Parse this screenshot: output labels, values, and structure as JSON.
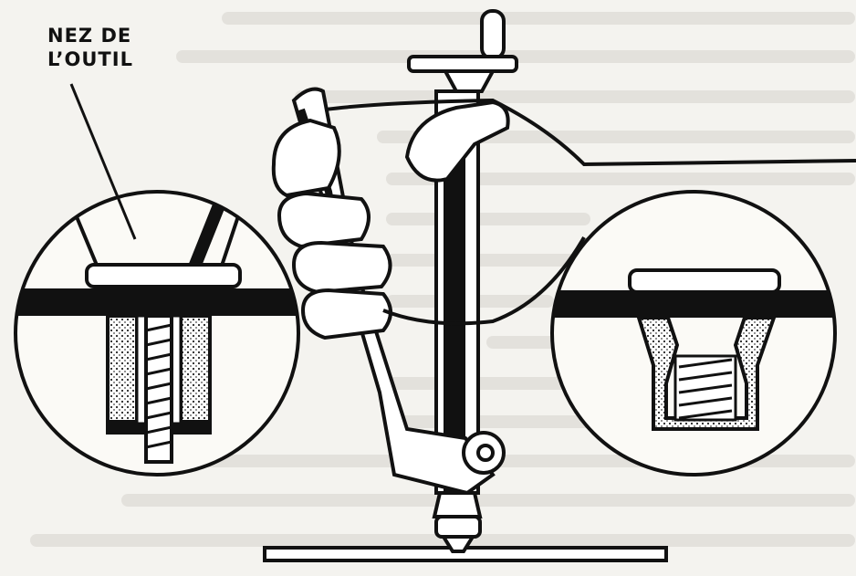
{
  "figure": {
    "label_lines": [
      "NEZ DE",
      "L’OUTIL"
    ],
    "icons": [
      "rivet-tool",
      "left-detail-before-crimp",
      "right-detail-after-crimp"
    ],
    "colors": {
      "ink": "#111111",
      "paper": "#f4f3ef",
      "ghost_text": "#c9c7c1"
    }
  }
}
